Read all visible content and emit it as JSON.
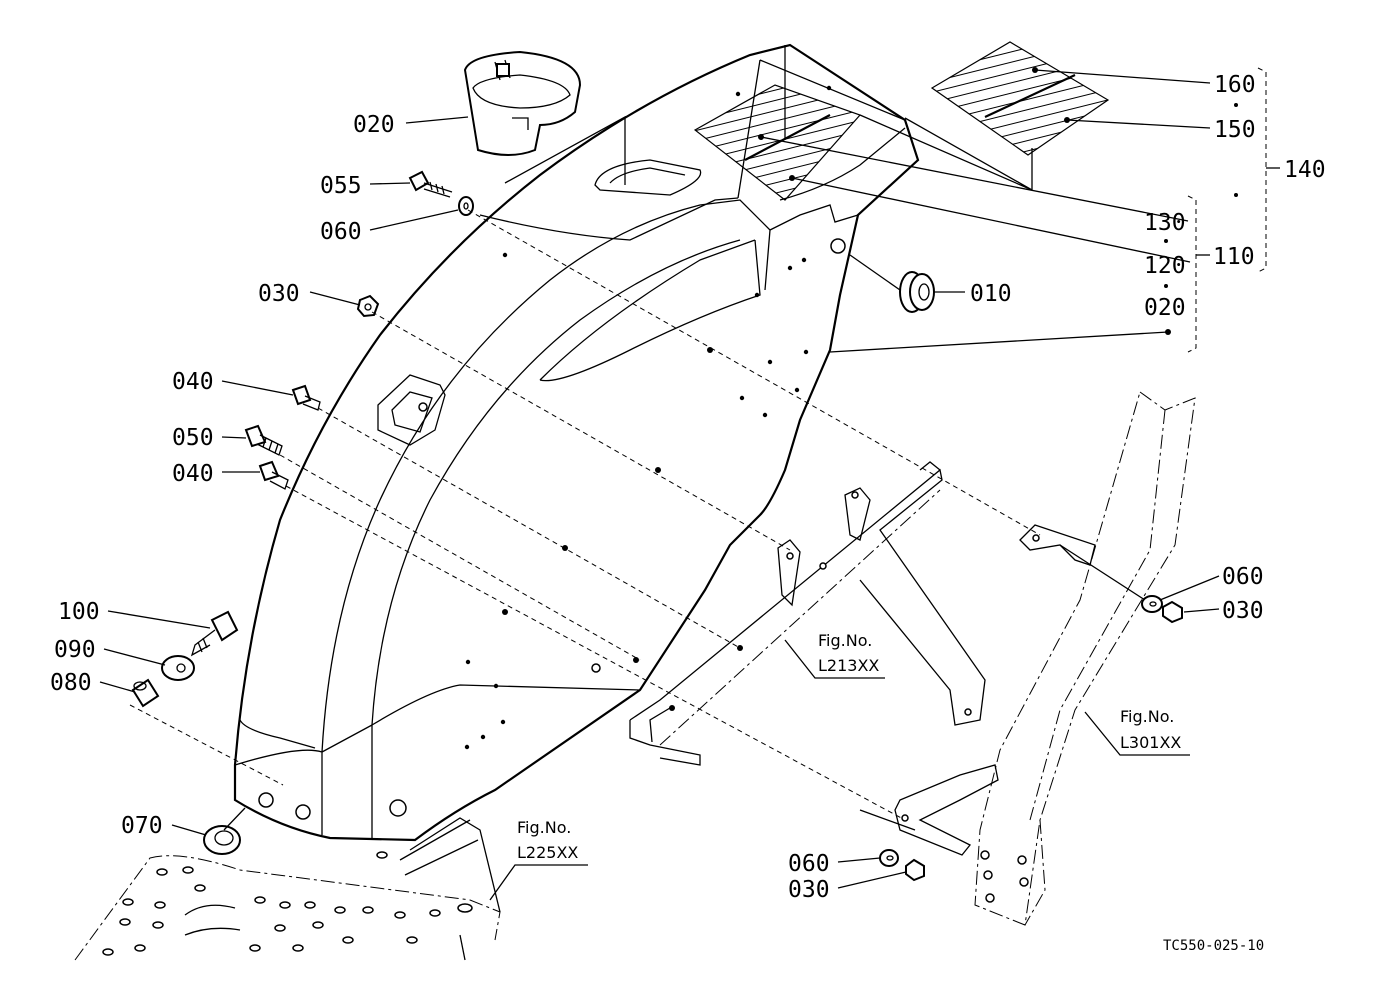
{
  "diagram_code": "TC550-025-10",
  "callouts": {
    "c160": "160",
    "c150": "150",
    "c140": "140",
    "c130": "130",
    "c120": "120",
    "c110": "110",
    "c020_right": "020",
    "c010": "010",
    "c020_top": "020",
    "c055": "055",
    "c060_top": "060",
    "c030_top": "030",
    "c040_a": "040",
    "c050": "050",
    "c040_b": "040",
    "c100": "100",
    "c090": "090",
    "c080": "080",
    "c070": "070",
    "c060_right": "060",
    "c030_right": "030",
    "c060_bottom": "060",
    "c030_bottom": "030"
  },
  "fig_refs": {
    "l213": {
      "title": "Fig.No.",
      "number": "L213XX"
    },
    "l301": {
      "title": "Fig.No.",
      "number": "L301XX"
    },
    "l225": {
      "title": "Fig.No.",
      "number": "L225XX"
    }
  }
}
